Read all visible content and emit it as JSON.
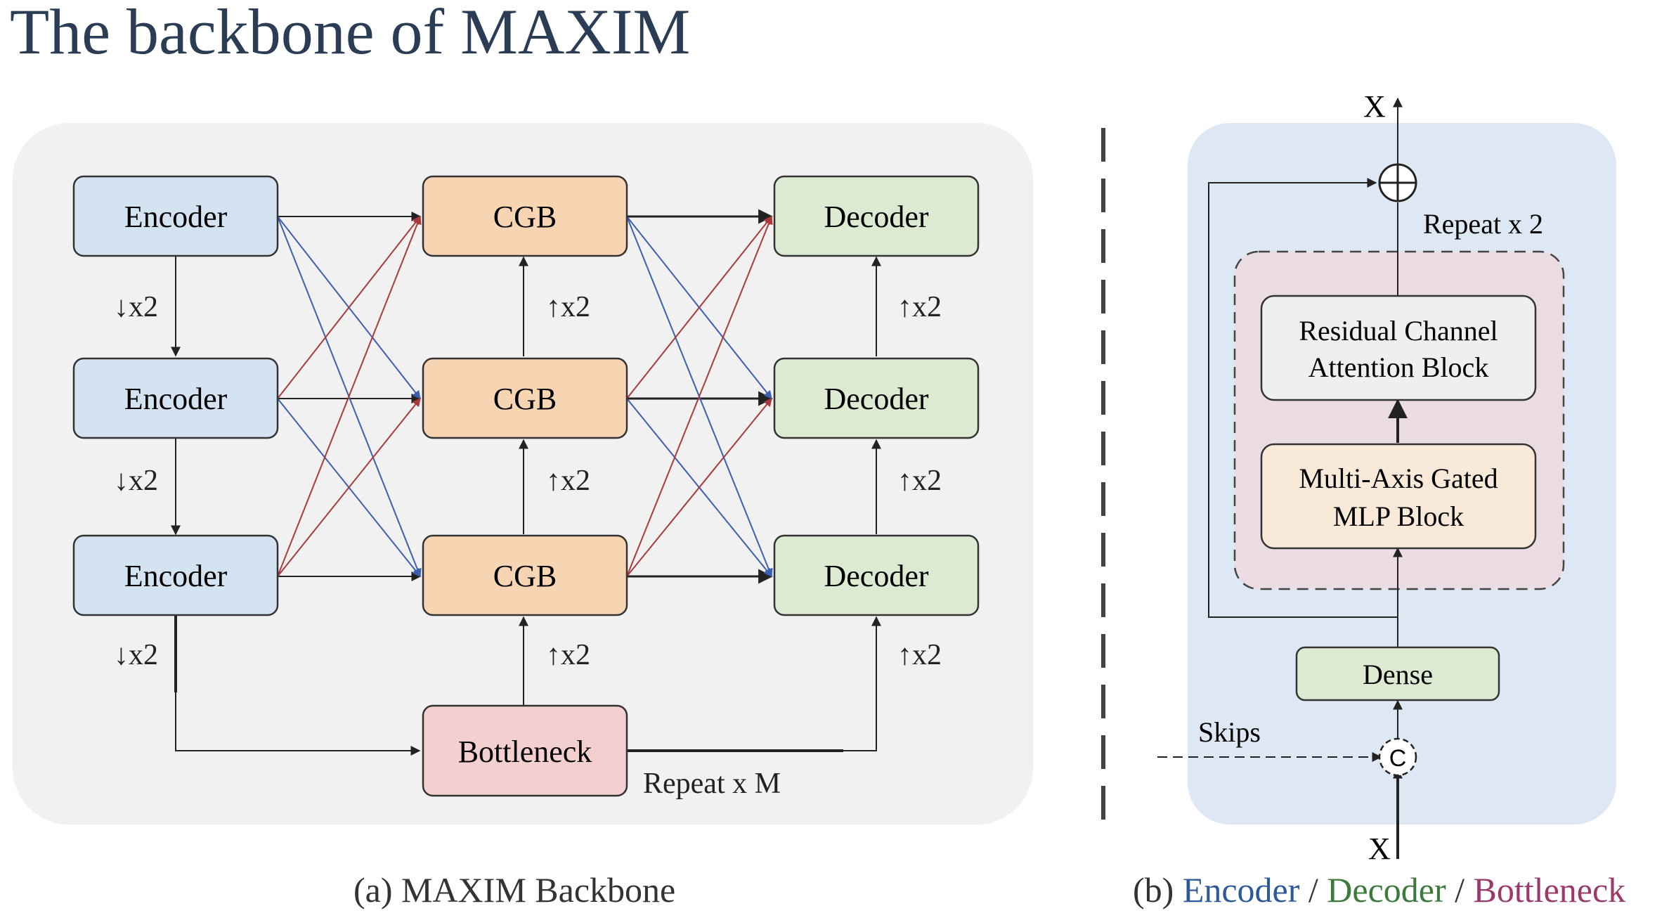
{
  "title": "The backbone of MAXIM",
  "panel_a": {
    "caption": "(a) MAXIM Backbone",
    "encoders": [
      "Encoder",
      "Encoder",
      "Encoder"
    ],
    "cgbs": [
      "CGB",
      "CGB",
      "CGB"
    ],
    "decoders": [
      "Decoder",
      "Decoder",
      "Decoder"
    ],
    "bottleneck": "Bottleneck",
    "down_labels": [
      "↓x2",
      "↓x2",
      "↓x2"
    ],
    "cgb_up_labels": [
      "↑x2",
      "↑x2",
      "↑x2"
    ],
    "dec_up_labels": [
      "↑x2",
      "↑x2",
      "↑x2"
    ],
    "repeat_label": "Repeat x M"
  },
  "panel_b": {
    "caption_prefix": "(b) ",
    "caption_encoder": "Encoder",
    "caption_sep1": " / ",
    "caption_decoder": "Decoder",
    "caption_sep2": " / ",
    "caption_bottleneck": "Bottleneck",
    "output_label": "X",
    "input_label": "X",
    "repeat_label": "Repeat x 2",
    "rcab_line1": "Residual Channel",
    "rcab_line2": "Attention Block",
    "mlp_line1": "Multi-Axis Gated",
    "mlp_line2": "MLP Block",
    "dense_label": "Dense",
    "skips_label": "Skips",
    "concat_symbol": "C"
  },
  "colors": {
    "title": "#2b3d55",
    "encoder_fill": "#d3e3f1",
    "cgb_fill": "#f7d5b3",
    "decoder_fill": "#dbead0",
    "bottleneck_fill": "#f3cfcf",
    "panel_a_bg": "#f1f1f1",
    "panel_b_bg": "#dde8f4",
    "repeat_region": "#ebdbe2",
    "rcab_fill": "#eef0f0",
    "mlp_fill": "#f8e9d8",
    "line_blue": "#3d5fb0",
    "line_red": "#a83a3a",
    "caption_encoder": "#2d5a9a",
    "caption_decoder": "#3d7a3d",
    "caption_bottleneck": "#9a3a6a"
  }
}
